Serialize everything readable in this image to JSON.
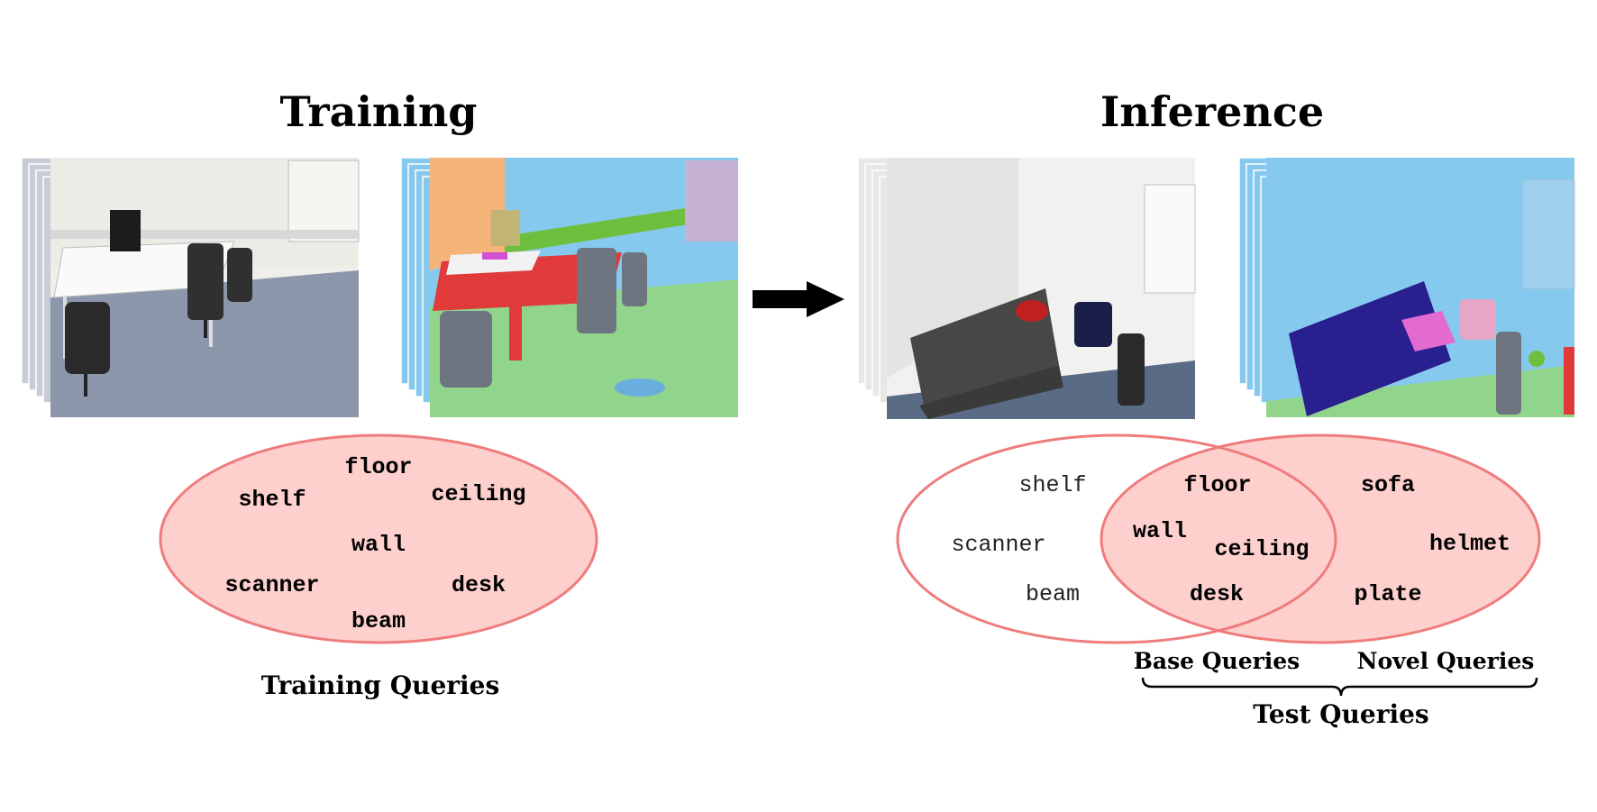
{
  "training": {
    "title": "Training",
    "queries_label": "Training Queries",
    "queries": [
      "floor",
      "shelf",
      "ceiling",
      "wall",
      "scanner",
      "desk",
      "beam"
    ]
  },
  "inference": {
    "title": "Inference",
    "base_only_queries": [
      "shelf",
      "scanner",
      "beam"
    ],
    "shared_queries": [
      "floor",
      "wall",
      "ceiling",
      "desk"
    ],
    "novel_queries": [
      "sofa",
      "helmet",
      "plate"
    ],
    "base_label": "Base Queries",
    "novel_label": "Novel Queries",
    "test_label": "Test Queries"
  },
  "colors": {
    "venn_fill": "#fdd0ce",
    "venn_stroke": "#ef7c7c",
    "seg_wall": "#86c9ef",
    "seg_floor": "#91d48b",
    "seg_sofa": "#2a1f8f",
    "seg_desk": "#e03a3a"
  }
}
